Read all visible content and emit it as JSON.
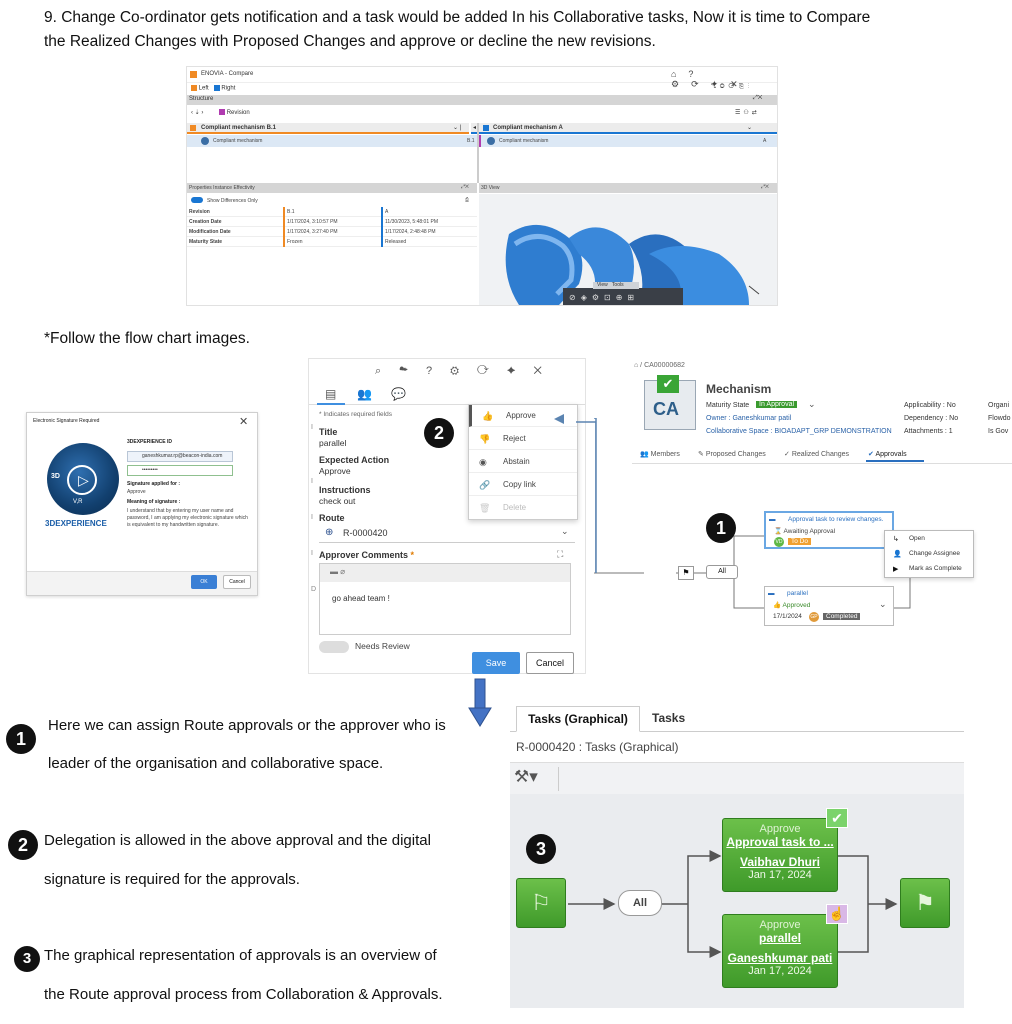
{
  "heading": {
    "line1": "9. Change Co-ordinator gets notification and a task would be added In his Collaborative tasks, Now it is time to Compare",
    "line2": "the Realized Changes with Proposed Changes and approve or decline the new revisions."
  },
  "compare": {
    "title": "ENOVIA - Compare",
    "left": "Left",
    "right": "Right",
    "structure": "Structure",
    "revision": "Revision",
    "left_header": "Compliant mechanism B.1",
    "right_header": "Compliant mechanism A",
    "left_item": "Compliant mechanism",
    "left_item_rev": "B.1",
    "right_item": "Compliant mechanism",
    "right_item_rev": "A",
    "props_tabs": "Properties  Instance  Effectivity",
    "viewer_title": "3D View",
    "show_diff": "Show Differences Only",
    "rows": [
      {
        "label": "Revision",
        "left": "B.1",
        "right": "A"
      },
      {
        "label": "Creation Date",
        "left": "1/17/2024, 3:10:57 PM",
        "right": "11/30/2023, 5:48:01 PM"
      },
      {
        "label": "Modification Date",
        "left": "1/17/2024, 3:27:40 PM",
        "right": "1/17/2024, 2:48:48 PM"
      },
      {
        "label": "Maturity State",
        "left": "Frozen",
        "right": "Released"
      }
    ],
    "view_tabs": [
      "View",
      "Tools"
    ]
  },
  "follow": "*Follow the flow chart images.",
  "esig": {
    "title": "Electronic Signature Required",
    "id_heading": "3DEXPERIENCE ID",
    "email": "ganeshkumar.rp@beacon-india.com",
    "password": "•••••••••",
    "applied_label": "Signature applied for :",
    "applied_value": "Approve",
    "meaning_label": "Meaning of signature :",
    "meaning_text": "I understand that by entering my user name and password, I am applying my electronic signature which is equivalent to my handwritten signature.",
    "brand": "3DEXPERIENCE",
    "logo_top": "3D",
    "logo_vr": "V,R",
    "ok": "OK",
    "cancel": "Cancel"
  },
  "form": {
    "required_note": "* Indicates required fields",
    "title_label": "Title",
    "title_value": "parallel",
    "expected_label": "Expected Action",
    "expected_value": "Approve",
    "instructions_label": "Instructions",
    "instructions_value": "check out",
    "route_label": "Route",
    "route_value": "R-0000420",
    "comments_label": "Approver Comments",
    "comments_value": "go ahead team !",
    "needs_review": "Needs Review",
    "save": "Save",
    "cancel": "Cancel",
    "menu": [
      "Approve",
      "Reject",
      "Abstain",
      "Copy link",
      "Delete"
    ]
  },
  "mech": {
    "breadcrumb": "CA00000682",
    "name": "Mechanism",
    "icon_text": "CA",
    "maturity_label": "Maturity State",
    "maturity_value": "In Approval",
    "owner": "Owner : Ganeshkumar patil",
    "space": "Collaborative Space : BIOADAPT_GRP DEMONSTRATION",
    "applicability": "Applicability : No",
    "dependency": "Dependency : No",
    "attachments": "Attachments : 1",
    "col3": [
      "Organi",
      "Flowdo",
      "Is Gov"
    ],
    "tabs": [
      "Members",
      "Proposed Changes",
      "Realized Changes",
      "Approvals"
    ],
    "task1_title": "Approval task to review changes.",
    "task1_status": "Awaiting Approval",
    "task1_badge": "To Do",
    "task1_avatar": "VD",
    "task2_title": "parallel",
    "task2_status": "Approved",
    "task2_date": "17/1/2024",
    "task2_badge": "Completed",
    "task2_avatar": "GP",
    "all": "All",
    "ctx": [
      "Open",
      "Change Assignee",
      "Mark as Complete"
    ]
  },
  "numbers": [
    "1",
    "2",
    "3"
  ],
  "notes": {
    "n1a": "Here we can assign Route approvals or the approver who is",
    "n1b": "leader of the organisation and collaborative space.",
    "n2a": "Delegation is allowed in the above approval and the digital",
    "n2b": "signature is required for the approvals.",
    "n3a": "The graphical representation of approvals is an overview of",
    "n3b": "the Route approval process from Collaboration & Approvals."
  },
  "tasks": {
    "tab_graphical": "Tasks (Graphical)",
    "tab_tasks": "Tasks",
    "subtitle": "R-0000420 : Tasks (Graphical)",
    "all": "All",
    "box1": {
      "role": "Approve",
      "title": "Approval task to ...",
      "person": "Vaibhav Dhuri",
      "date": "Jan 17, 2024"
    },
    "box2": {
      "role": "Approve",
      "title": "parallel",
      "person": "Ganeshkumar pati",
      "date": "Jan 17, 2024"
    }
  }
}
